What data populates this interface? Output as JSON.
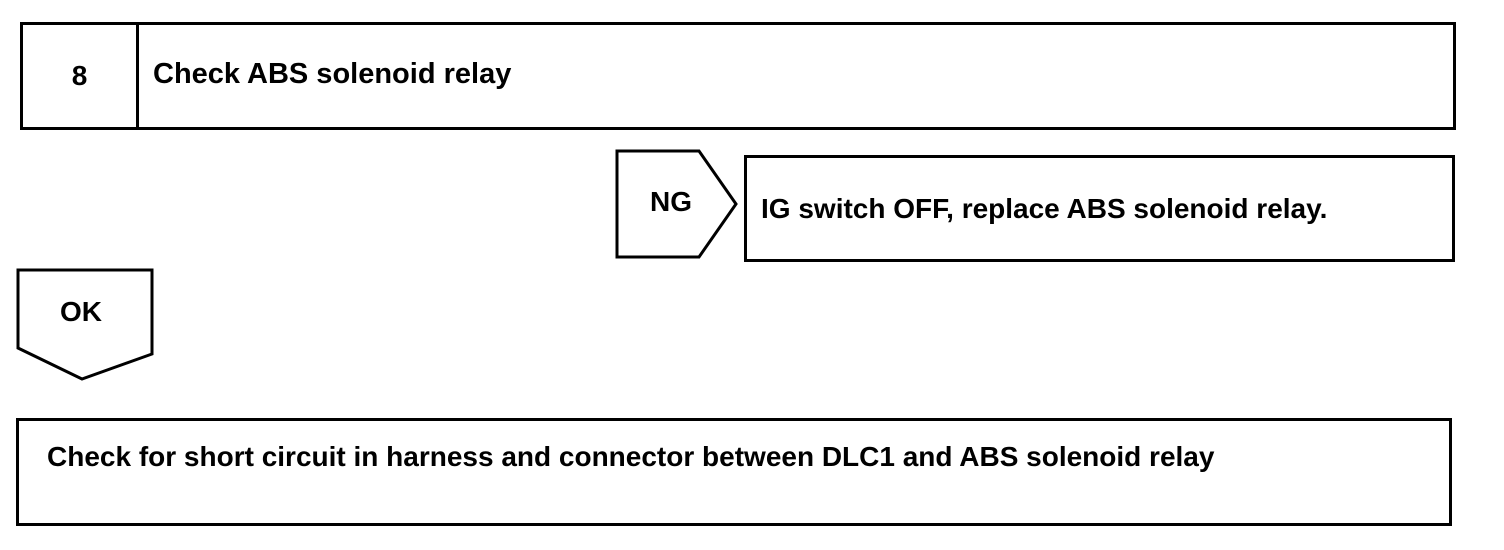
{
  "step": {
    "number": "8",
    "title": "Check ABS solenoid relay"
  },
  "ng_branch": {
    "label": "NG",
    "action": "IG switch OFF, replace ABS solenoid relay."
  },
  "ok_branch": {
    "label": "OK"
  },
  "next_step": {
    "text": "Check for short circuit in harness and connector between DLC1 and ABS solenoid relay"
  }
}
